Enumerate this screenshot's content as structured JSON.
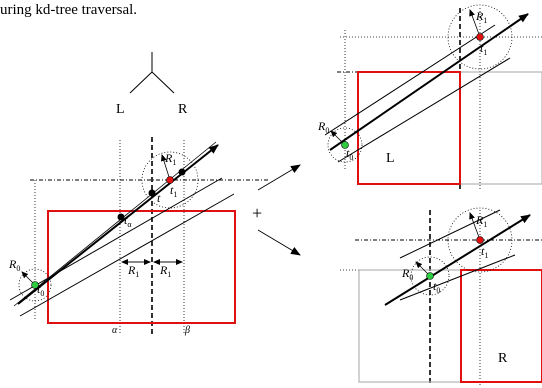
{
  "caption": "uring kd-tree traversal.",
  "tree": {
    "left": "L",
    "right": "R"
  },
  "operator_plus": "+",
  "left_panel": {
    "t0": "t",
    "t0_sub": "0",
    "R0": "R",
    "R0_sub": "0",
    "t": "t",
    "t1": "t",
    "t1_sub": "1",
    "R1": "R",
    "R1_sub": "1",
    "talpha": "t",
    "talpha_sub": "α",
    "dim_left": "R",
    "dim_left_sub": "1",
    "dim_right": "R",
    "dim_right_sub": "1",
    "alpha": "α",
    "beta": "β"
  },
  "top_right_panel": {
    "box": "L",
    "R1": "R",
    "R1_sub": "1",
    "t1": "t",
    "t1_sub": "1",
    "R0": "R",
    "R0_sub": "0",
    "t0": "t",
    "t0_sub": "0"
  },
  "bottom_right_panel": {
    "box": "R",
    "R1": "R",
    "R1_sub": "1",
    "t1": "t",
    "t1_sub": "1",
    "R0": "R",
    "R0_sub": "0",
    "t0": "t",
    "t0_sub": "0"
  },
  "colors": {
    "box_active": "#e01010",
    "box_inactive": "#b4b4b4",
    "point_start": "#2ecc40",
    "point_end": "#e01010"
  }
}
